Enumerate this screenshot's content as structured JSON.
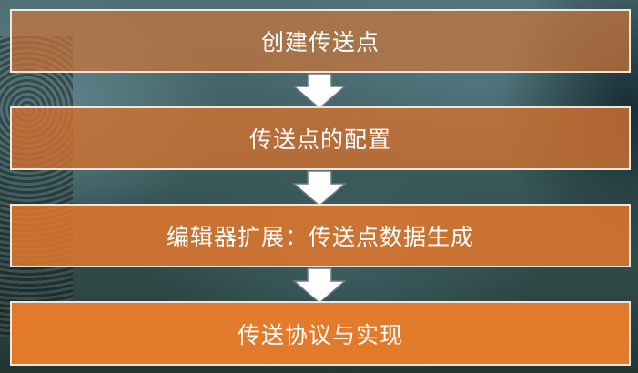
{
  "steps": [
    {
      "label": "创建传送点"
    },
    {
      "label": "传送点的配置"
    },
    {
      "label": "编辑器扩展：传送点数据生成"
    },
    {
      "label": "传送协议与实现"
    }
  ],
  "colors": {
    "box_fill": "#e07a2e",
    "box_border": "#f2e6d8",
    "arrow_fill": "#ffffff",
    "arrow_stroke": "#6b7a80",
    "text": "#ffffff"
  }
}
